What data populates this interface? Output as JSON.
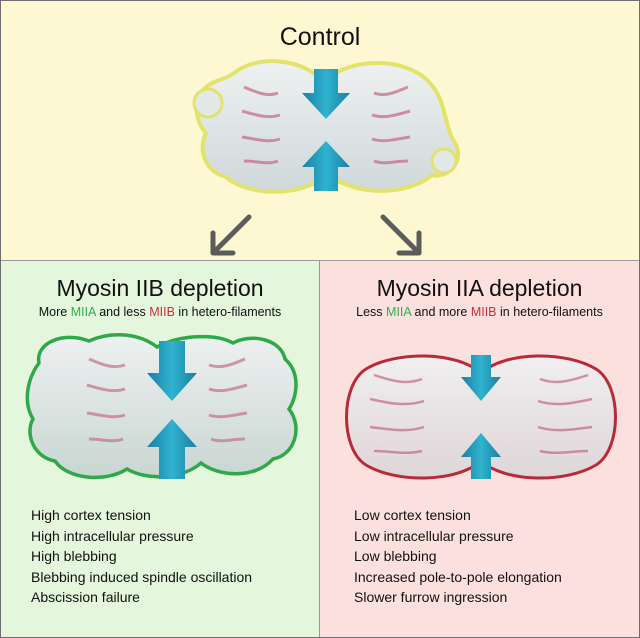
{
  "control": {
    "title": "Control"
  },
  "left_panel": {
    "title": "Myosin IIB depletion",
    "subtitle": {
      "part1": "More ",
      "miia": "MIIA",
      "part2": " and less ",
      "miib": "MIIB",
      "part3": " in hetero-filaments"
    },
    "effects": [
      "High cortex tension",
      "High intracellular pressure",
      "High blebbing",
      "Blebbing induced spindle oscillation",
      "Abscission failure"
    ]
  },
  "right_panel": {
    "title": "Myosin IIA depletion",
    "subtitle": {
      "part1": "Less ",
      "miia": "MIIA",
      "part2": " and more ",
      "miib": "MIIB",
      "part3": " in hetero-filaments"
    },
    "effects": [
      "Low cortex tension",
      "Low intracellular pressure",
      "Low blebbing",
      "Increased pole-to-pole elongation",
      "Slower furrow ingression"
    ]
  },
  "colors": {
    "control_background": "#fdf8d2",
    "iib_depletion_background": "#e4f6dc",
    "iia_depletion_background": "#fbe0de",
    "miia_green": "#2fae52",
    "miib_red": "#c9303c",
    "control_outline": "#e2e36a",
    "arrow_blue": "#1d8fb2"
  },
  "icons": {
    "control_cell": "dividing-cell-icon",
    "force_arrows": "inward-arrows-icon",
    "flow_arrows": "down-diagonal-arrow-icon"
  }
}
